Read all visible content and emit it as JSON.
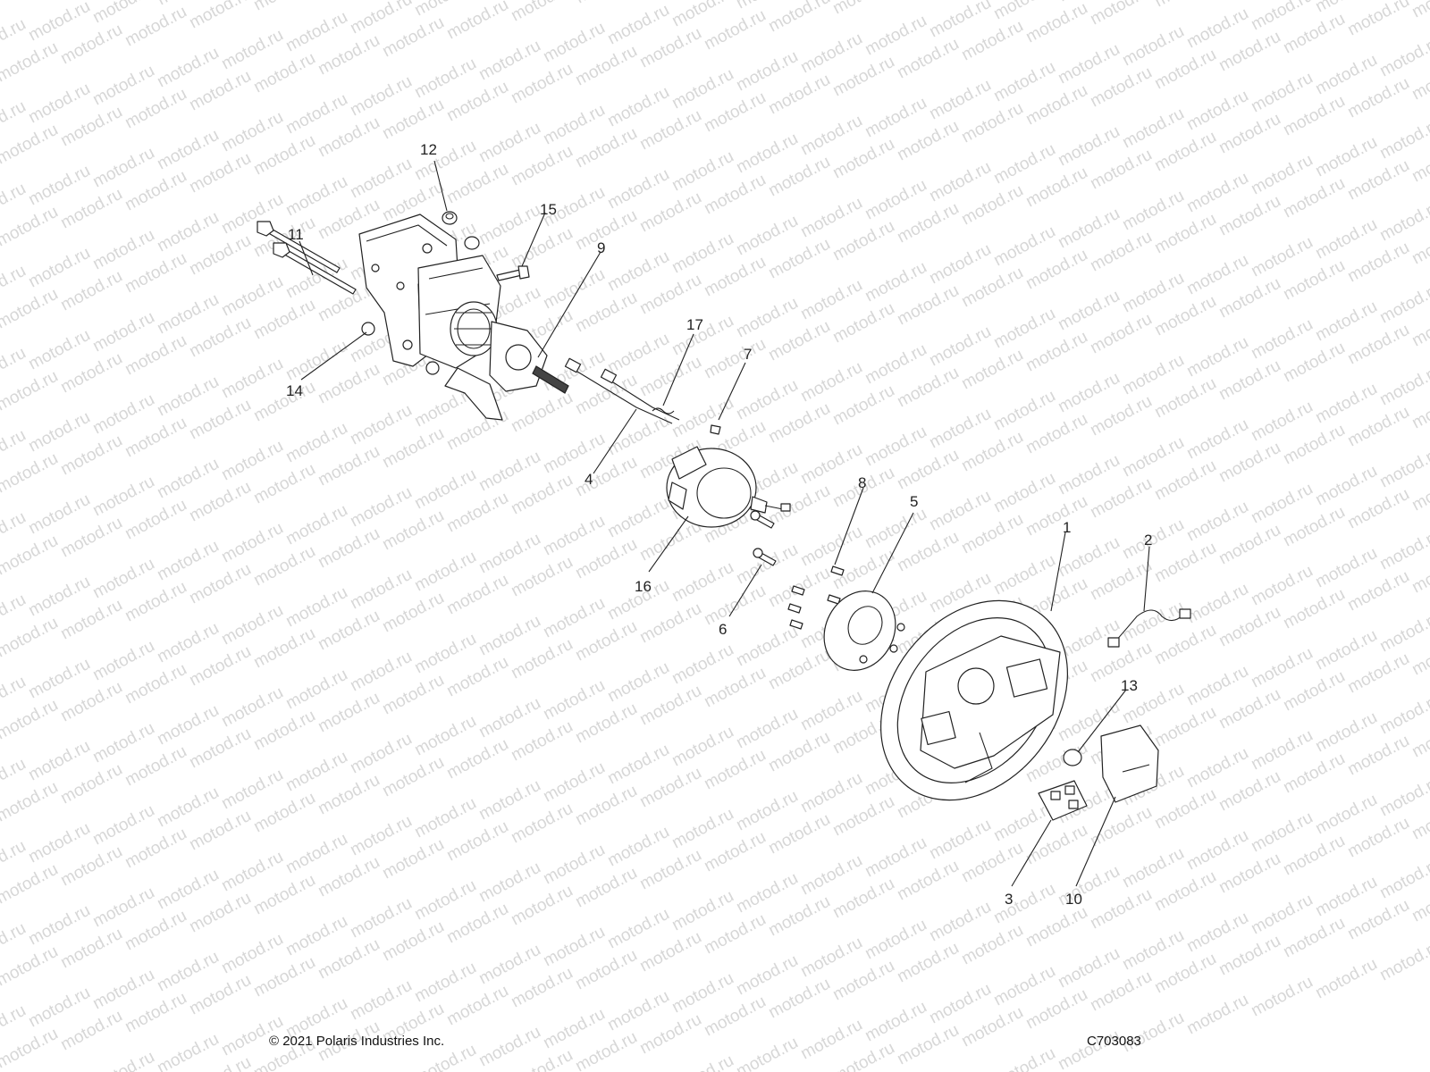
{
  "watermark": "motod.ru",
  "footer": {
    "copyright": "© 2021 Polaris Industries Inc.",
    "code": "C703083"
  },
  "callouts": [
    {
      "id": "p12",
      "label": "12"
    },
    {
      "id": "p15",
      "label": "15"
    },
    {
      "id": "p11",
      "label": "11"
    },
    {
      "id": "p9",
      "label": "9"
    },
    {
      "id": "p14",
      "label": "14"
    },
    {
      "id": "p17",
      "label": "17"
    },
    {
      "id": "p7",
      "label": "7"
    },
    {
      "id": "p4",
      "label": "4"
    },
    {
      "id": "p8",
      "label": "8"
    },
    {
      "id": "p5",
      "label": "5"
    },
    {
      "id": "p1",
      "label": "1"
    },
    {
      "id": "p2",
      "label": "2"
    },
    {
      "id": "p16",
      "label": "16"
    },
    {
      "id": "p6",
      "label": "6"
    },
    {
      "id": "p13",
      "label": "13"
    },
    {
      "id": "p3",
      "label": "3"
    },
    {
      "id": "p10",
      "label": "10"
    }
  ]
}
